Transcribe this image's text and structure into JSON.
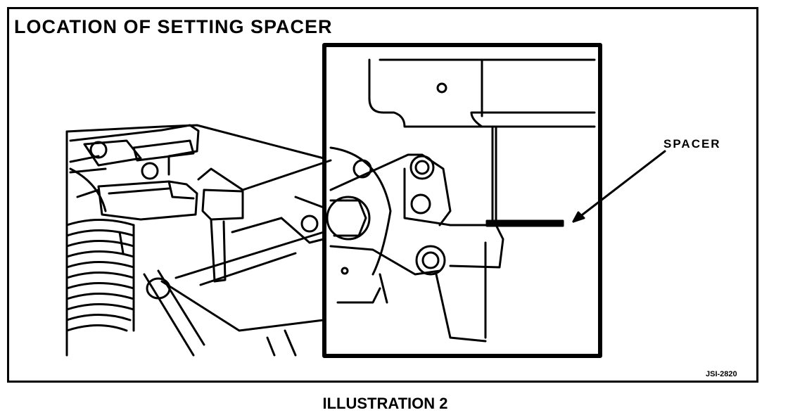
{
  "figure": {
    "title": "LOCATION OF SETTING SPACER",
    "callout_label": "SPACER",
    "figure_code": "JSI-2820",
    "caption": "ILLUSTRATION 2"
  }
}
